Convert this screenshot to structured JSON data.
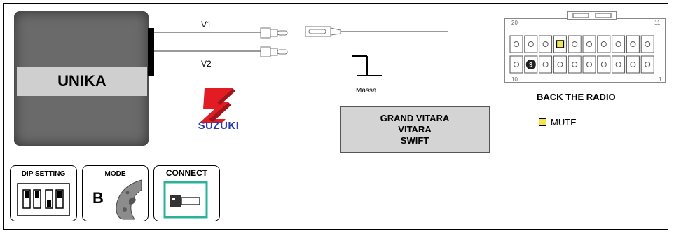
{
  "device": {
    "name": "UNIKA"
  },
  "wires": {
    "v1_label": "V1",
    "v2_label": "V2",
    "ground_label": "Massa"
  },
  "brand": {
    "name": "SUZUKI",
    "logo_color": "#e31b23",
    "text_color": "#2b3bb3"
  },
  "vehicles": [
    "GRAND VITARA",
    "VITARA",
    "SWIFT"
  ],
  "radio_connector": {
    "caption": "BACK THE RADIO",
    "pin_top_left": "20",
    "pin_top_right": "11",
    "pin_bottom_left": "10",
    "pin_bottom_right": "1",
    "marked_pin": "9",
    "legend": {
      "label": "MUTE",
      "color": "#f2e64a"
    }
  },
  "panels": {
    "dip": {
      "title": "DIP SETTING"
    },
    "mode": {
      "title": "MODE",
      "value": "B"
    },
    "connect": {
      "title": "CONNECT",
      "accent": "#2bb39a"
    }
  }
}
